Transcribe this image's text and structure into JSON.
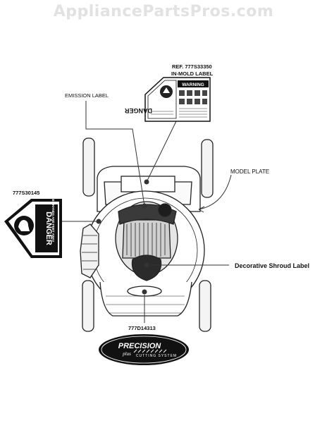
{
  "watermark": "AppliancePartsPros.com",
  "labels": {
    "ref_line1": "REF. 777S33350",
    "ref_line2": "IN-MOLD LABEL",
    "emission": "EMISSION LABEL",
    "model_plate": "MODEL PLATE",
    "part_left": "777S30145",
    "decorative": "Decorative Shroud Label",
    "part_bottom": "777D14313"
  },
  "decals": {
    "danger_word": "DANGER",
    "warning_word": "WARNING",
    "keep_away": "KEEP HANDS AND FEET AWAY",
    "precision_word": "PRECISION",
    "plus_word": "plus",
    "cutting_system": "CUTTING SYSTEM"
  }
}
